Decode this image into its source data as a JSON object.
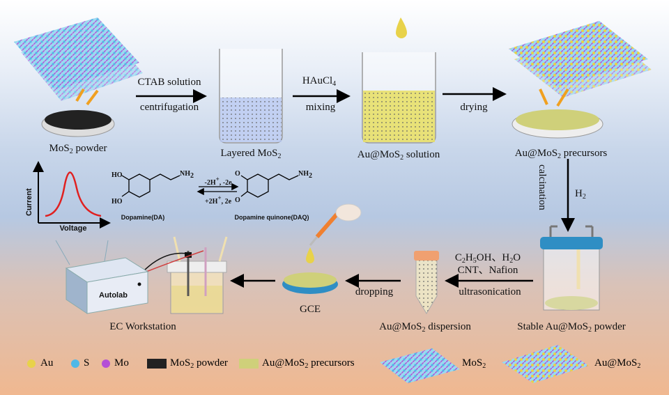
{
  "steps": {
    "mos2_powder": "MoS",
    "mos2_powder_suffix": " powder",
    "layered_mos2": "Layered MoS",
    "au_mos2_solution": "Au@MoS",
    "au_mos2_solution_suffix": " solution",
    "au_mos2_precursors": "Au@MoS",
    "au_mos2_precursors_suffix": " precursors",
    "stable_powder": "Stable Au@MoS",
    "stable_powder_suffix": " powder",
    "dispersion": "Au@MoS",
    "dispersion_suffix": " dispersion",
    "gce": "GCE",
    "ec_workstation": "EC Workstation",
    "sub2": "2"
  },
  "arrows": {
    "ctab": "CTAB solution",
    "centrifugation": "centrifugation",
    "haucl": "HAuCl",
    "haucl_sub": "4",
    "mixing": "mixing",
    "drying": "drying",
    "calcination": "calcination",
    "h2": "H",
    "h2_sub": "2",
    "reagents_line1_a": "C",
    "reagents_line1_b": "H",
    "reagents_line1_c": "OH、H",
    "reagents_line1_d": "O",
    "reagents_line1_sub2": "2",
    "reagents_line1_sub5": "5",
    "reagents_line2": "CNT、Nafion",
    "ultrasonication": "ultrasonication",
    "dropping": "dropping"
  },
  "reaction": {
    "forward": "-2H",
    "forward_tail": ", -2e",
    "backward": "+2H",
    "backward_tail": ", 2e",
    "plus": "+",
    "da_name": "Dopamine(DA)",
    "daq_name": "Dopamine quinone(DAQ)",
    "ho": "HO",
    "nh2": "NH",
    "o": "O"
  },
  "plot": {
    "ylabel": "Current",
    "xlabel": "Voltage"
  },
  "instrument": {
    "brand": "Autolab"
  },
  "legend": {
    "au": "Au",
    "s": "S",
    "mo": "Mo",
    "mos2_powder": "MoS",
    "mos2_powder_suffix": " powder",
    "precursors": "Au@MoS",
    "precursors_suffix": " precursors",
    "mos2": "MoS",
    "au_mos2": "Au@MoS"
  },
  "colors": {
    "au": "#e8d24a",
    "s": "#4fb8e8",
    "mo": "#b44fd6",
    "solution": "#e8e06a",
    "precursor": "#cfd07a",
    "cap": "#2f8ec4",
    "curve": "#e02020"
  }
}
